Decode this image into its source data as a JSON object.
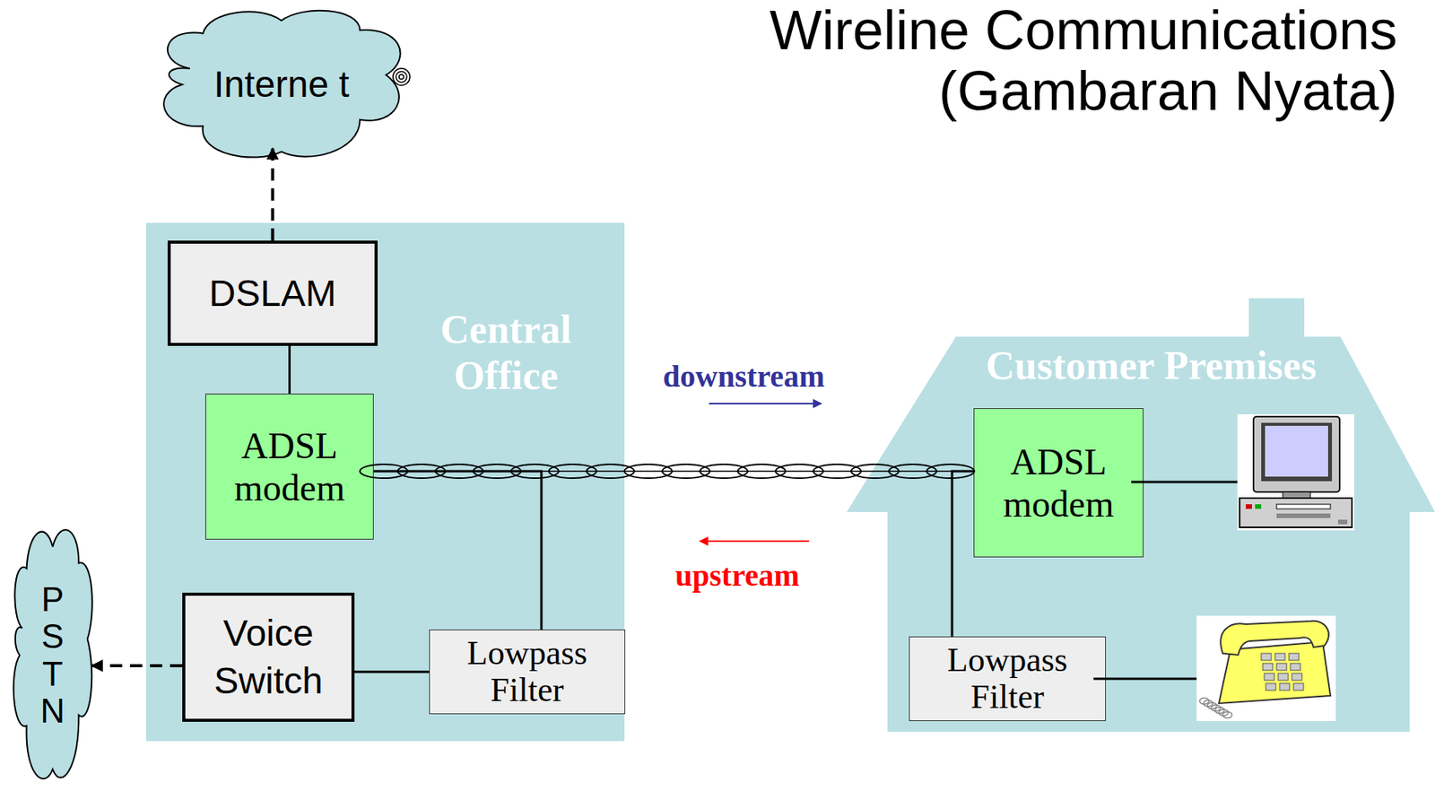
{
  "diagram": {
    "title": "Wireline Communications (Gambaran Nyata)",
    "nodes": [
      {
        "text": [
          "Interne t"
        ]
      },
      {
        "text": [
          "Central Office"
        ]
      },
      {
        "text": [
          "DSLAM"
        ],
        "in": 1
      },
      {
        "text": [
          "ADSL modem"
        ],
        "in": 1
      },
      {
        "text": [
          "Voice Switch"
        ],
        "in": 1
      },
      {
        "text": [
          "Lowpass Filter"
        ],
        "in": 1
      },
      {
        "text": [
          "P S T N"
        ]
      },
      {
        "text": [
          "Customer Premises"
        ]
      },
      {
        "text": [
          "ADSL modem"
        ],
        "in": 7
      },
      {
        "text": [
          "Lowpass Filter"
        ],
        "in": 7
      }
    ],
    "edges": [
      {
        "from": 2,
        "to": 0,
        "arrow": "to"
      },
      {
        "from": 2,
        "to": 3,
        "arrow": "none"
      },
      {
        "from": 3,
        "to": 8,
        "arrow": "none"
      },
      {
        "from": 5,
        "to": 3,
        "arrow": "none"
      },
      {
        "from": 9,
        "to": 8,
        "arrow": "none"
      },
      {
        "from": 4,
        "to": 5,
        "arrow": "none"
      },
      {
        "from": 4,
        "to": 6,
        "arrow": "to"
      }
    ],
    "labels": [
      "downstream",
      "upstream"
    ]
  }
}
